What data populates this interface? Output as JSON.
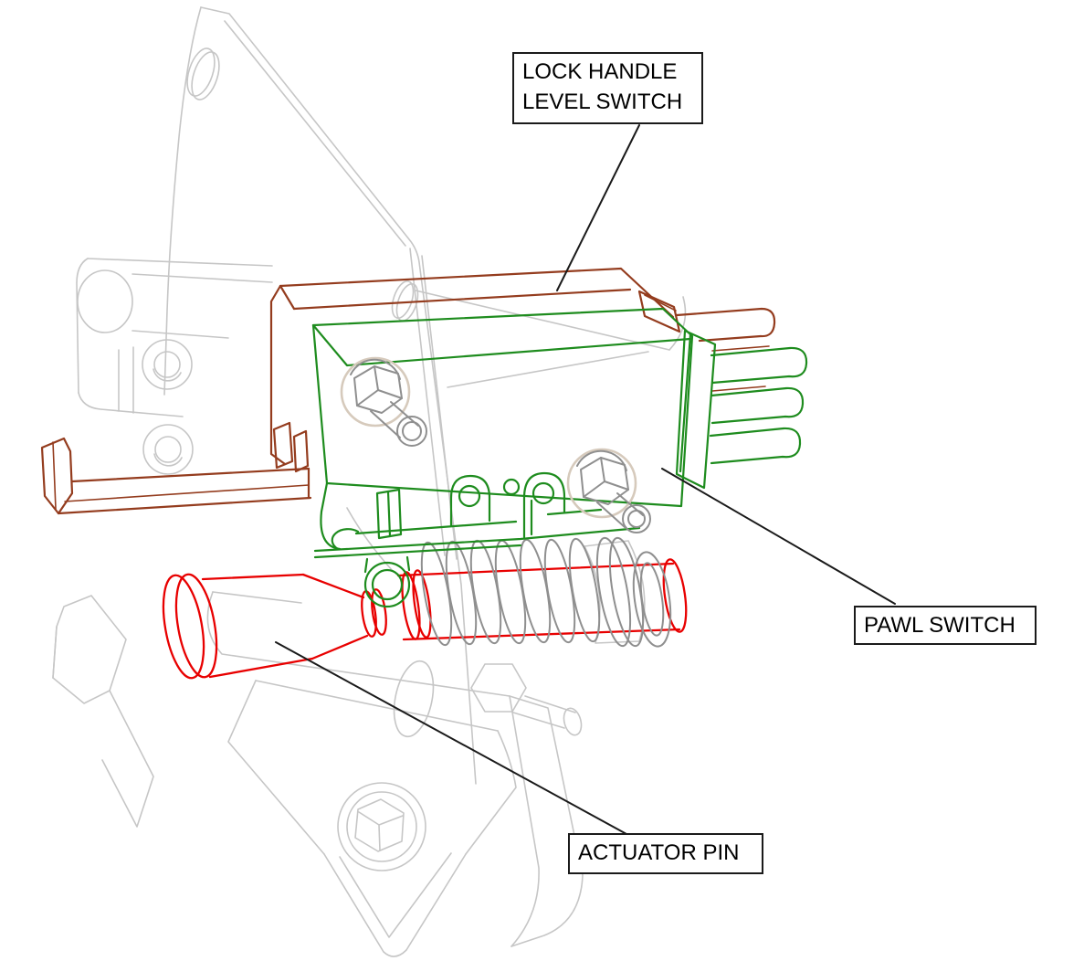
{
  "diagram": {
    "type": "technical-wireframe-illustration",
    "subject": "door latch switch assembly",
    "labels": {
      "lock_handle_level_switch": {
        "line1": "LOCK HANDLE",
        "line2": "LEVEL SWITCH"
      },
      "pawl_switch": {
        "text": "PAWL SWITCH"
      },
      "actuator_pin": {
        "text": "ACTUATOR PIN"
      }
    },
    "parts": {
      "highlighted": [
        "lock handle level switch",
        "pawl switch",
        "actuator pin"
      ],
      "background": [
        "mounting plate",
        "hinge bracket",
        "pawl mechanism",
        "return spring",
        "washers"
      ]
    },
    "colors": {
      "lock_handle_level_switch": "#943c1e",
      "pawl_switch": "#1e8c1e",
      "actuator_pin": "#e80000",
      "background_parts": "#c6c6c6",
      "plunger_ring": "#d6cabc",
      "plunger_metal": "#8f8f8f",
      "leader": "#1a1a1a",
      "label_border": "#1a1a1a",
      "label_bg": "#ffffff"
    }
  }
}
